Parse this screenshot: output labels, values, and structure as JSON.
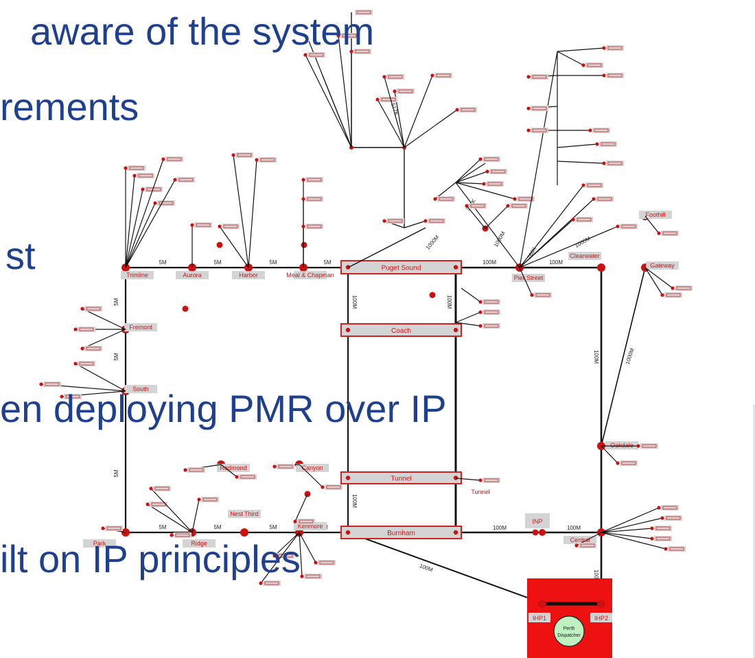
{
  "slide": {
    "lines": [
      "aware of the system",
      "rements",
      "st",
      "en deploying PMR over IP",
      "ilt on IP principles"
    ]
  },
  "diagram": {
    "colors": {
      "link": "#111111",
      "node": "#cc1111",
      "box_fill": "#d4d4d4",
      "box_border": "#cc2222",
      "label": "#dd1111",
      "rate": "#222222",
      "red_block": "#ee1111",
      "circle": "#bff0bf"
    },
    "hubs": [
      {
        "label": "Puget Sound"
      },
      {
        "label": "Coach"
      },
      {
        "label": "Tunnel"
      },
      {
        "label": "Burnham"
      }
    ],
    "site_labels": [
      {
        "id": "tv",
        "label": "Trimline"
      },
      {
        "id": "ar",
        "label": "Aurora"
      },
      {
        "id": "ha",
        "label": "Harbor"
      },
      {
        "id": "ma",
        "label": "Meal & Chapman"
      },
      {
        "id": "pm",
        "label": "Pier Street"
      },
      {
        "id": "ch",
        "label": "Clearwater"
      },
      {
        "id": "ft",
        "label": "Foothill"
      },
      {
        "id": "gw",
        "label": "Gateway"
      },
      {
        "id": "fr",
        "label": "Fremont"
      },
      {
        "id": "so",
        "label": "South"
      },
      {
        "id": "oa",
        "label": "Oakdale"
      },
      {
        "id": "pa",
        "label": "Park"
      },
      {
        "id": "ri",
        "label": "Ridge"
      },
      {
        "id": "ns",
        "label": "Nest Third"
      },
      {
        "id": "ks",
        "label": "Kenmore"
      },
      {
        "id": "ct",
        "label": "Central"
      },
      {
        "id": "re",
        "label": "Redmond"
      },
      {
        "id": "ca",
        "label": "Canyon"
      }
    ],
    "lone_labels": [
      "Tunnel",
      "INP"
    ],
    "rates": [
      "5M",
      "100M",
      "1000M",
      "512K",
      "768K",
      "384K"
    ],
    "bottom_block": {
      "left_label": "IHP1",
      "right_label": "IHP2",
      "center_label": "Perth Dispatcher"
    }
  }
}
